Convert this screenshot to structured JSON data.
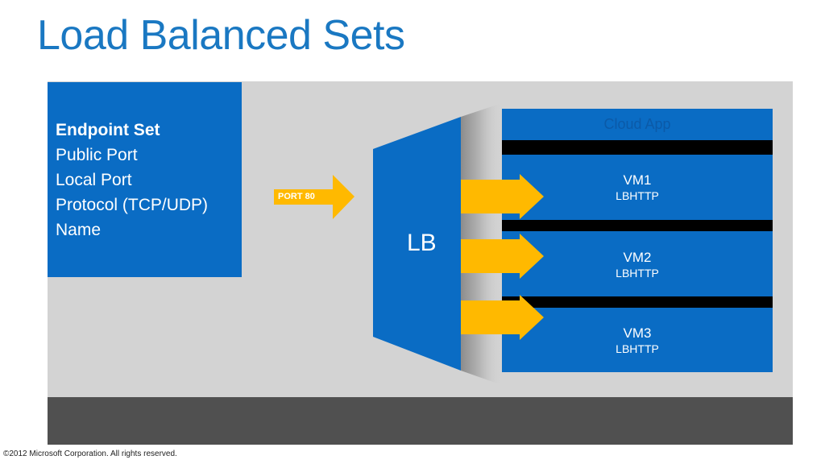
{
  "title": "Load Balanced Sets",
  "endpoint": {
    "heading": "Endpoint Set",
    "items": [
      "Public Port",
      "Local Port",
      "Protocol (TCP/UDP)",
      "Name"
    ]
  },
  "port_label": "PORT 80",
  "lb_label": "LB",
  "cloud_label": "Cloud App",
  "vms": [
    {
      "name": "VM1",
      "service": "LBHTTP"
    },
    {
      "name": "VM2",
      "service": "LBHTTP"
    },
    {
      "name": "VM3",
      "service": "LBHTTP"
    }
  ],
  "colors": {
    "blue": "#0a6cc4",
    "arrow": "#ffb900",
    "title": "#1a78c2",
    "stage": "#d3d3d3",
    "floor": "#505050"
  },
  "copyright": "©2012 Microsoft Corporation. All rights reserved."
}
